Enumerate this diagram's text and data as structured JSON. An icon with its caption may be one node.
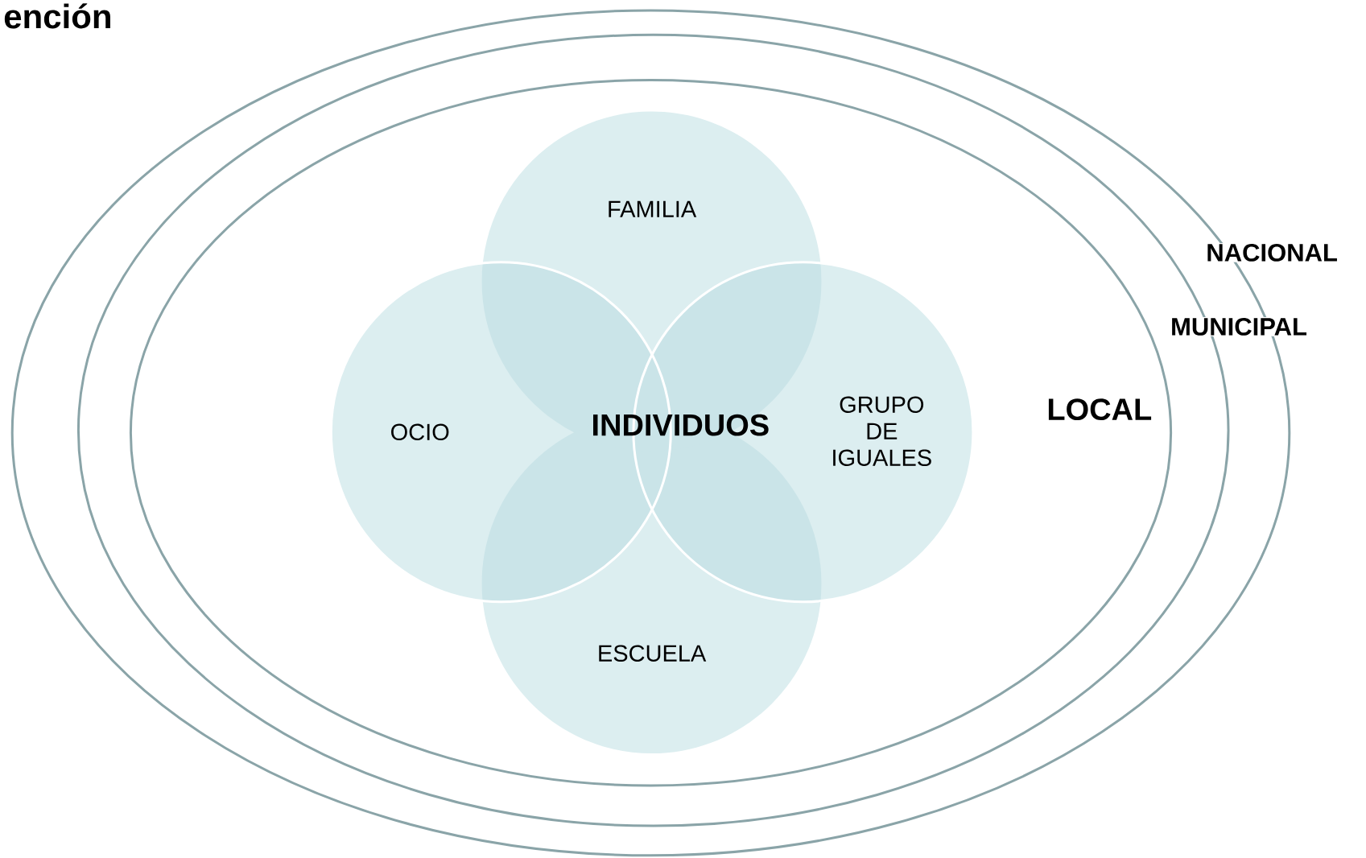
{
  "diagram": {
    "title": "ención",
    "nodes": [
      {
        "text": [
          "NACIONAL"
        ]
      },
      {
        "text": [
          "MUNICIPAL"
        ],
        "in": 0
      },
      {
        "text": [
          "LOCAL"
        ],
        "in": 1
      },
      {
        "text": [
          "FAMILIA"
        ],
        "in": 2
      },
      {
        "text": [
          "OCIO"
        ],
        "in": 2
      },
      {
        "text": [
          "GRUPO DE IGUALES"
        ],
        "in": 2
      },
      {
        "text": [
          "ESCUELA"
        ],
        "in": 2
      }
    ],
    "labels": [
      "INDIVIDUOS"
    ]
  }
}
